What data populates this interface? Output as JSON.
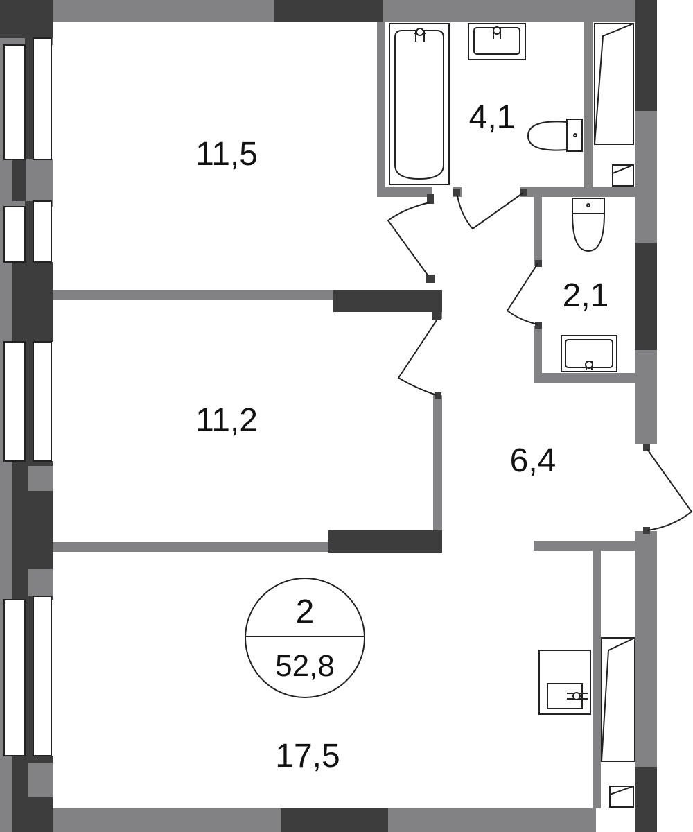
{
  "plan": {
    "rooms": [
      {
        "id": "bedroom-1",
        "area": "11,5"
      },
      {
        "id": "bedroom-2",
        "area": "11,2"
      },
      {
        "id": "living-kitchen",
        "area": "17,5"
      },
      {
        "id": "bathroom",
        "area": "4,1"
      },
      {
        "id": "toilet",
        "area": "2,1"
      },
      {
        "id": "hallway",
        "area": "6,4"
      }
    ],
    "badge": {
      "rooms": "2",
      "total_area": "52,8"
    }
  },
  "colors": {
    "wall_light": "#828285",
    "wall_dark": "#3d3d3d",
    "line": "#222222",
    "background": "#ffffff"
  }
}
